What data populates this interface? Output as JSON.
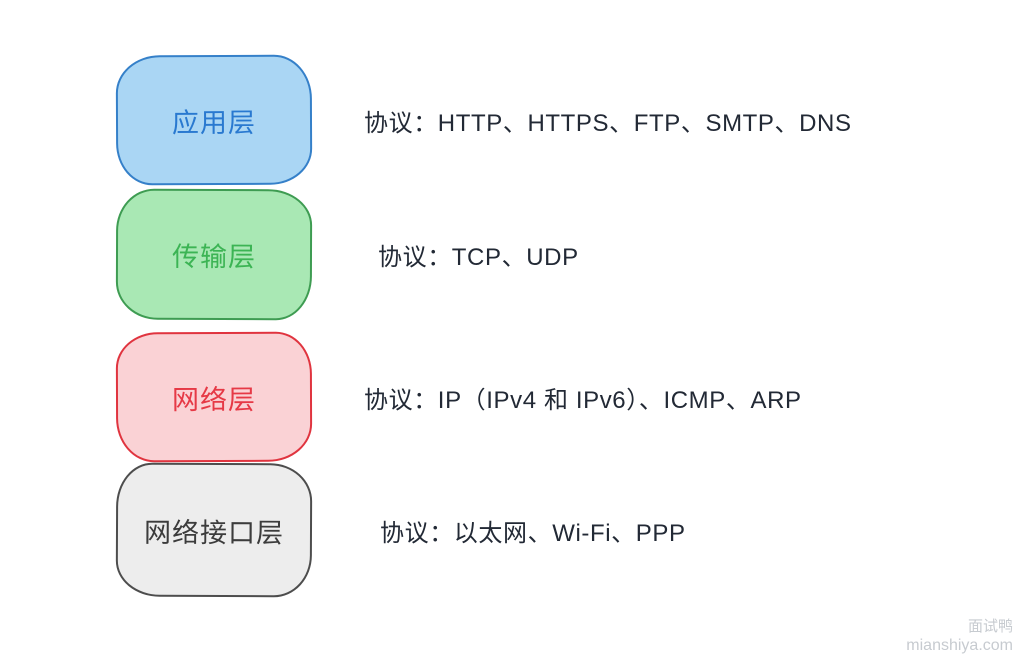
{
  "layers": [
    {
      "name": "应用层",
      "protocols_text": "协议：HTTP、HTTPS、FTP、SMTP、DNS",
      "colors": {
        "fill": "#aad6f4",
        "border": "#3580c9",
        "text": "#2979d0"
      }
    },
    {
      "name": "传输层",
      "protocols_text": "协议：TCP、UDP",
      "colors": {
        "fill": "#a9e8b4",
        "border": "#3e9c52",
        "text": "#3cb454"
      }
    },
    {
      "name": "网络层",
      "protocols_text": "协议：IP（IPv4 和 IPv6）、ICMP、ARP",
      "colors": {
        "fill": "#fad2d5",
        "border": "#e0343f",
        "text": "#e63946"
      }
    },
    {
      "name": "网络接口层",
      "protocols_text": "协议：以太网、Wi-Fi、PPP",
      "colors": {
        "fill": "#ededed",
        "border": "#4d4d4d",
        "text": "#3c3c3c"
      }
    }
  ],
  "watermark": {
    "brand": "面试鸭",
    "site": "mianshiya.com"
  }
}
